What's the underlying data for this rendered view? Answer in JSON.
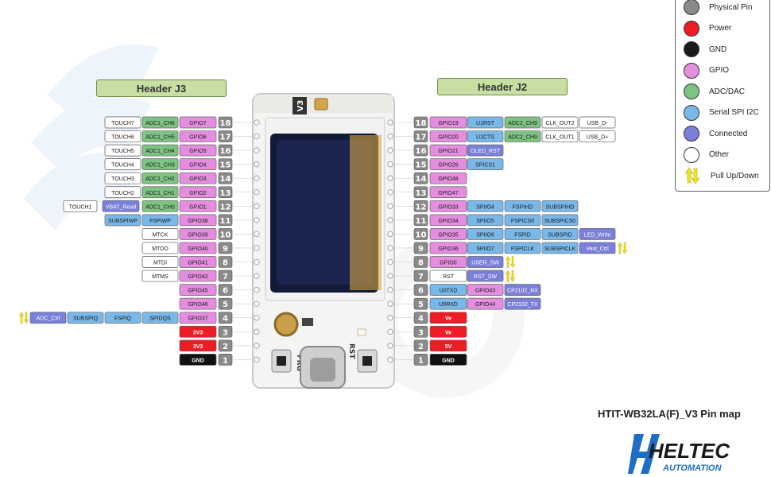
{
  "legend": [
    {
      "label": "Physical Pin",
      "color": "#8a8a8a",
      "icon": "circle"
    },
    {
      "label": "Power",
      "color": "#ee1c24",
      "icon": "circle"
    },
    {
      "label": "GND",
      "color": "#1a1a1a",
      "icon": "circle"
    },
    {
      "label": "GPIO",
      "color": "#e58ee0",
      "icon": "circle"
    },
    {
      "label": "ADC/DAC",
      "color": "#7dc483",
      "icon": "circle"
    },
    {
      "label": "Serial SPI I2C",
      "color": "#79b8e8",
      "icon": "circle"
    },
    {
      "label": "Connected",
      "color": "#7a7fd9",
      "icon": "circle"
    },
    {
      "label": "Other",
      "color": "#ffffff",
      "icon": "circle"
    },
    {
      "label": "Pull Up/Down",
      "color": "#f6e71c",
      "icon": "updown-arrow-icon"
    }
  ],
  "header_j3": "Header J3",
  "header_j2": "Header J2",
  "board_label": "V3",
  "buttons": {
    "left": "PRG",
    "right": "RST"
  },
  "title": "HTIT-WB32LA(F)_V3 Pin map",
  "brand": {
    "name": "HELTEC",
    "sub": "AUTOMATION"
  },
  "colors": {
    "gpio": "#e58ee0",
    "adc": "#7dc483",
    "serial": "#79b8e8",
    "connected": "#7a7fd9",
    "other": "#ffffff",
    "power": "#ee1c24",
    "gnd": "#111111",
    "pin": "#8a8a8a",
    "pull": "#f6e71c"
  },
  "left_pins": [
    {
      "pin": "18",
      "items": [
        {
          "t": "GPIO7",
          "c": "gpio"
        },
        {
          "t": "ADC1_CH6",
          "c": "adc"
        },
        {
          "t": "TOUCH7",
          "c": "other"
        }
      ]
    },
    {
      "pin": "17",
      "items": [
        {
          "t": "GPIO6",
          "c": "gpio"
        },
        {
          "t": "ADC1_CH5",
          "c": "adc"
        },
        {
          "t": "TOUCH6",
          "c": "other"
        }
      ]
    },
    {
      "pin": "16",
      "items": [
        {
          "t": "GPIO5",
          "c": "gpio"
        },
        {
          "t": "ADC1_CH4",
          "c": "adc"
        },
        {
          "t": "TOUCH5",
          "c": "other"
        }
      ]
    },
    {
      "pin": "15",
      "items": [
        {
          "t": "GPIO4",
          "c": "gpio"
        },
        {
          "t": "ADC1_CH3",
          "c": "adc"
        },
        {
          "t": "TOUCH4",
          "c": "other"
        }
      ]
    },
    {
      "pin": "14",
      "items": [
        {
          "t": "GPIO3",
          "c": "gpio"
        },
        {
          "t": "ADC1_CH2",
          "c": "adc"
        },
        {
          "t": "TOUCH3",
          "c": "other"
        }
      ]
    },
    {
      "pin": "13",
      "items": [
        {
          "t": "GPIO2",
          "c": "gpio"
        },
        {
          "t": "ADC1_CH1",
          "c": "adc"
        },
        {
          "t": "TOUCH2",
          "c": "other"
        }
      ]
    },
    {
      "pin": "12",
      "items": [
        {
          "t": "GPIO1",
          "c": "gpio"
        },
        {
          "t": "ADC1_CH0",
          "c": "adc"
        },
        {
          "t": "VBAT_Read",
          "c": "connected"
        },
        {
          "t": "TOUCH1",
          "c": "other"
        }
      ]
    },
    {
      "pin": "11",
      "items": [
        {
          "t": "GPIO38",
          "c": "gpio"
        },
        {
          "t": "FSPIWP",
          "c": "serial"
        },
        {
          "t": "SUBSPIWP",
          "c": "serial"
        }
      ]
    },
    {
      "pin": "10",
      "items": [
        {
          "t": "GPIO39",
          "c": "gpio"
        },
        {
          "t": "MTCK",
          "c": "other"
        }
      ]
    },
    {
      "pin": "9",
      "items": [
        {
          "t": "GPIO40",
          "c": "gpio"
        },
        {
          "t": "MTDO",
          "c": "other"
        }
      ]
    },
    {
      "pin": "8",
      "items": [
        {
          "t": "GPIO41",
          "c": "gpio"
        },
        {
          "t": "MTDI",
          "c": "other"
        }
      ]
    },
    {
      "pin": "7",
      "items": [
        {
          "t": "GPIO42",
          "c": "gpio"
        },
        {
          "t": "MTMS",
          "c": "other"
        }
      ]
    },
    {
      "pin": "6",
      "items": [
        {
          "t": "GPIO45",
          "c": "gpio"
        }
      ]
    },
    {
      "pin": "5",
      "items": [
        {
          "t": "GPIO46",
          "c": "gpio"
        }
      ]
    },
    {
      "pin": "4",
      "items": [
        {
          "t": "GPIO37",
          "c": "gpio"
        },
        {
          "t": "SPIDQS",
          "c": "serial"
        },
        {
          "t": "FSPIQ",
          "c": "serial"
        },
        {
          "t": "SUBSPIQ",
          "c": "serial"
        },
        {
          "t": "ADC_Ctrl",
          "c": "connected",
          "pull": true
        }
      ]
    },
    {
      "pin": "3",
      "items": [
        {
          "t": "3V3",
          "c": "power"
        }
      ]
    },
    {
      "pin": "2",
      "items": [
        {
          "t": "3V3",
          "c": "power"
        }
      ]
    },
    {
      "pin": "1",
      "items": [
        {
          "t": "GND",
          "c": "gnd"
        }
      ]
    }
  ],
  "right_pins": [
    {
      "pin": "18",
      "items": [
        {
          "t": "GPIO19",
          "c": "gpio"
        },
        {
          "t": "U1RST",
          "c": "serial"
        },
        {
          "t": "ADC2_CH9",
          "c": "adc"
        },
        {
          "t": "CLK_OUT2",
          "c": "other"
        },
        {
          "t": "USB_D-",
          "c": "other"
        }
      ]
    },
    {
      "pin": "17",
      "items": [
        {
          "t": "GPIO20",
          "c": "gpio"
        },
        {
          "t": "U1CTS",
          "c": "serial"
        },
        {
          "t": "ADC2_CH9",
          "c": "adc"
        },
        {
          "t": "CLK_OUT1",
          "c": "other"
        },
        {
          "t": "USB_D+",
          "c": "other"
        }
      ]
    },
    {
      "pin": "16",
      "items": [
        {
          "t": "GPIO21",
          "c": "gpio"
        },
        {
          "t": "OLED_RST",
          "c": "connected"
        }
      ]
    },
    {
      "pin": "15",
      "items": [
        {
          "t": "GPIO26",
          "c": "gpio"
        },
        {
          "t": "SPICS1",
          "c": "serial"
        }
      ]
    },
    {
      "pin": "14",
      "items": [
        {
          "t": "GPIO48",
          "c": "gpio"
        }
      ]
    },
    {
      "pin": "13",
      "items": [
        {
          "t": "GPIO47",
          "c": "gpio"
        }
      ]
    },
    {
      "pin": "12",
      "items": [
        {
          "t": "GPIO33",
          "c": "gpio"
        },
        {
          "t": "SPIIO4",
          "c": "serial"
        },
        {
          "t": "FSPIHD",
          "c": "serial"
        },
        {
          "t": "SUBSPIHD",
          "c": "serial"
        }
      ]
    },
    {
      "pin": "11",
      "items": [
        {
          "t": "GPIO34",
          "c": "gpio"
        },
        {
          "t": "SPIIO5",
          "c": "serial"
        },
        {
          "t": "FSPICS0",
          "c": "serial"
        },
        {
          "t": "SUBSPICS0",
          "c": "serial"
        }
      ]
    },
    {
      "pin": "10",
      "items": [
        {
          "t": "GPIO35",
          "c": "gpio"
        },
        {
          "t": "SPIIO6",
          "c": "serial"
        },
        {
          "t": "FSPID",
          "c": "serial"
        },
        {
          "t": "SUBSPID",
          "c": "serial"
        },
        {
          "t": "LED_Write",
          "c": "connected"
        }
      ]
    },
    {
      "pin": "9",
      "items": [
        {
          "t": "GPIO36",
          "c": "gpio"
        },
        {
          "t": "SPIIO7",
          "c": "serial"
        },
        {
          "t": "FSPICLK",
          "c": "serial"
        },
        {
          "t": "SUBSPICLK",
          "c": "serial"
        },
        {
          "t": "Vext_Ctrl",
          "c": "connected",
          "pull": true
        }
      ]
    },
    {
      "pin": "8",
      "items": [
        {
          "t": "GPIO0",
          "c": "gpio"
        },
        {
          "t": "USER_SW",
          "c": "connected",
          "pull": true
        }
      ]
    },
    {
      "pin": "7",
      "items": [
        {
          "t": "RST",
          "c": "other"
        },
        {
          "t": "RST_SW",
          "c": "connected",
          "pull": true
        }
      ]
    },
    {
      "pin": "6",
      "items": [
        {
          "t": "U0TXD",
          "c": "serial"
        },
        {
          "t": "GPIO43",
          "c": "gpio"
        },
        {
          "t": "CP2102_RX",
          "c": "connected"
        }
      ]
    },
    {
      "pin": "5",
      "items": [
        {
          "t": "U0RXD",
          "c": "serial"
        },
        {
          "t": "GPIO44",
          "c": "gpio"
        },
        {
          "t": "CP2102_TX",
          "c": "connected"
        }
      ]
    },
    {
      "pin": "4",
      "items": [
        {
          "t": "Ve",
          "c": "power"
        }
      ]
    },
    {
      "pin": "3",
      "items": [
        {
          "t": "Ve",
          "c": "power"
        }
      ]
    },
    {
      "pin": "2",
      "items": [
        {
          "t": "5V",
          "c": "power"
        }
      ]
    },
    {
      "pin": "1",
      "items": [
        {
          "t": "GND",
          "c": "gnd"
        }
      ]
    }
  ]
}
